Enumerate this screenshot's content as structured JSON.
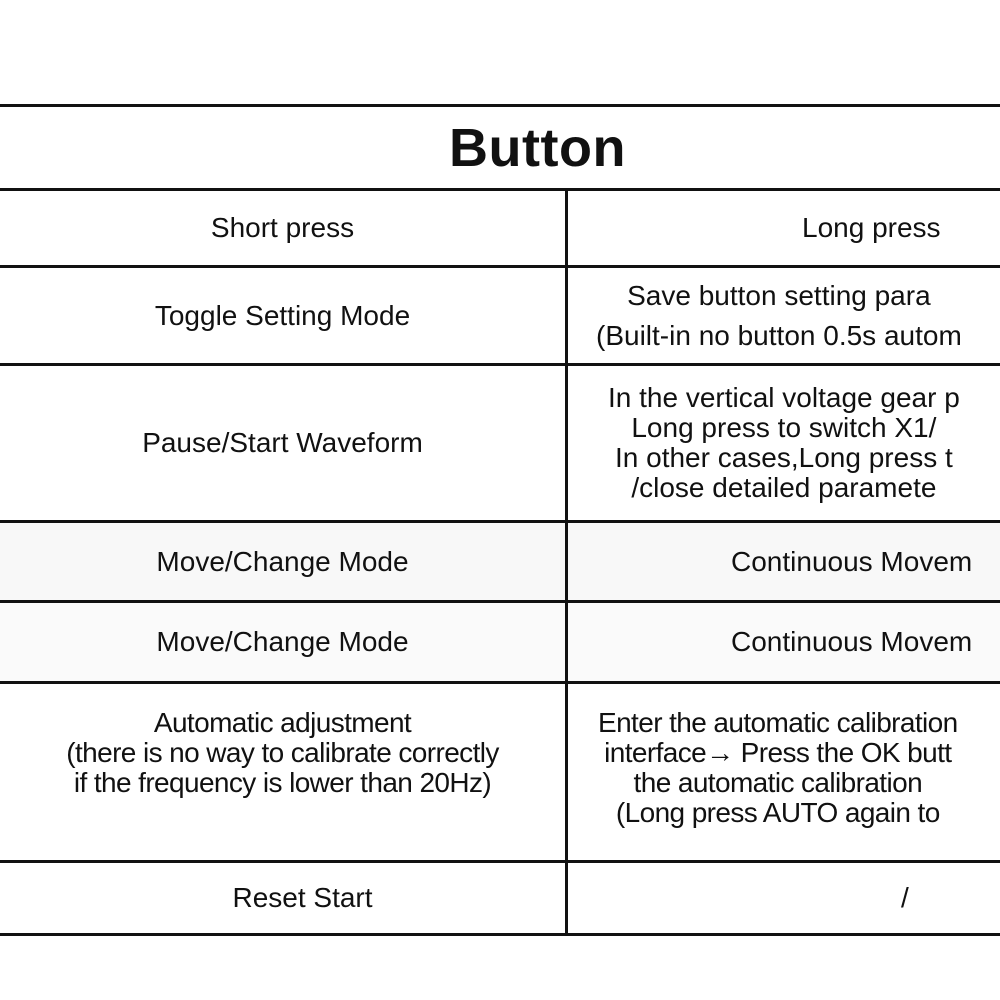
{
  "table": {
    "title": "Button",
    "headers": {
      "short_press": "Short press",
      "long_press": "Long press"
    },
    "rows": [
      {
        "short_press": "Toggle Setting Mode",
        "long_press": "Save button setting para\n(Built-in no button 0.5s autom"
      },
      {
        "short_press": "Pause/Start Waveform",
        "long_press": "In the vertical voltage gear p\nLong press to switch X1/\nIn other cases,Long press t\n/close detailed paramete"
      },
      {
        "short_press": "Move/Change Mode",
        "long_press": "Continuous Movem"
      },
      {
        "short_press": "Move/Change Mode",
        "long_press": "Continuous Movem"
      },
      {
        "short_press": "Automatic adjustment\n(there is no way to calibrate correctly\nif the frequency is lower than 20Hz)",
        "long_press": "Enter the automatic calibration\ninterface→ Press the OK butt\nthe automatic calibration\n(Long press AUTO again to"
      },
      {
        "short_press": "Reset Start",
        "long_press": "/"
      }
    ]
  },
  "colors": {
    "border": "#111111",
    "text": "#111111",
    "background": "#ffffff",
    "row_tint": "#f7f7f7"
  }
}
